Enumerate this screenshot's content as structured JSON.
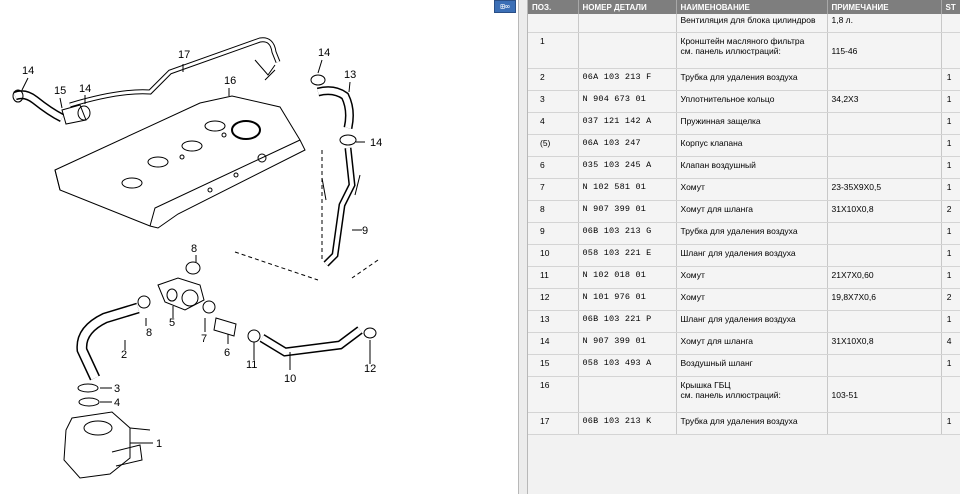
{
  "toolbar": {
    "button_label": "⊞∞"
  },
  "diagram": {
    "callouts": [
      "17",
      "14",
      "16",
      "13",
      "14",
      "15",
      "14",
      "14",
      "9",
      "8",
      "5",
      "8",
      "2",
      "7",
      "6",
      "11",
      "10",
      "12",
      "3",
      "4",
      "1"
    ]
  },
  "table": {
    "headers": [
      "ПОЗ.",
      "НОМЕР ДЕТАЛИ",
      "НАИМЕНОВАНИЕ",
      "ПРИМЕЧАНИЕ",
      "ST"
    ],
    "group_row": {
      "pos": "",
      "number": "",
      "name": "Вентиляция для блока цилиндров",
      "note": "1,8 л.",
      "qty": ""
    },
    "rows": [
      {
        "pos": "1",
        "number": "",
        "name": "Кронштейн масляного фильтра",
        "name2": "см. панель иллюстраций:",
        "note": "115-46",
        "qty": ""
      },
      {
        "pos": "2",
        "number": "06A  103  213  F",
        "name": "Трубка для удаления воздуха",
        "name2": "",
        "note": "",
        "qty": "1"
      },
      {
        "pos": "3",
        "number": "N    904  673  01",
        "name": "Уплотнительное кольцо",
        "name2": "",
        "note": "34,2X3",
        "qty": "1"
      },
      {
        "pos": "4",
        "number": "037  121  142  A",
        "name": "Пружинная защелка",
        "name2": "",
        "note": "",
        "qty": "1"
      },
      {
        "pos": "(5)",
        "number": "06A  103  247",
        "name": "Корпус клапана",
        "name2": "",
        "note": "",
        "qty": "1"
      },
      {
        "pos": "6",
        "number": "035  103  245  A",
        "name": "Клапан воздушный",
        "name2": "",
        "note": "",
        "qty": "1"
      },
      {
        "pos": "7",
        "number": "N    102  581  01",
        "name": "Хомут",
        "name2": "",
        "note": "23-35X9X0,5",
        "qty": "1"
      },
      {
        "pos": "8",
        "number": "N    907  399  01",
        "name": "Хомут для шланга",
        "name2": "",
        "note": "31X10X0,8",
        "qty": "2"
      },
      {
        "pos": "9",
        "number": "06B  103  213  G",
        "name": "Трубка для удаления воздуха",
        "name2": "",
        "note": "",
        "qty": "1"
      },
      {
        "pos": "10",
        "number": "058  103  221  E",
        "name": "Шланг для удаления воздуха",
        "name2": "",
        "note": "",
        "qty": "1"
      },
      {
        "pos": "11",
        "number": "N    102  018  01",
        "name": "Хомут",
        "name2": "",
        "note": "21X7X0,60",
        "qty": "1"
      },
      {
        "pos": "12",
        "number": "N    101  976  01",
        "name": "Хомут",
        "name2": "",
        "note": "19,8X7X0,6",
        "qty": "2"
      },
      {
        "pos": "13",
        "number": "06B  103  221  P",
        "name": "Шланг для удаления воздуха",
        "name2": "",
        "note": "",
        "qty": "1"
      },
      {
        "pos": "14",
        "number": "N    907  399  01",
        "name": "Хомут для шланга",
        "name2": "",
        "note": "31X10X0,8",
        "qty": "4"
      },
      {
        "pos": "15",
        "number": "058  103  493  A",
        "name": "Воздушный шланг",
        "name2": "",
        "note": "",
        "qty": "1"
      },
      {
        "pos": "16",
        "number": "",
        "name": "Крышка ГБЦ",
        "name2": "см. панель иллюстраций:",
        "note": "103-51",
        "qty": ""
      },
      {
        "pos": "17",
        "number": "06B  103  213  K",
        "name": "Трубка для удаления воздуха",
        "name2": "",
        "note": "",
        "qty": "1"
      }
    ]
  }
}
